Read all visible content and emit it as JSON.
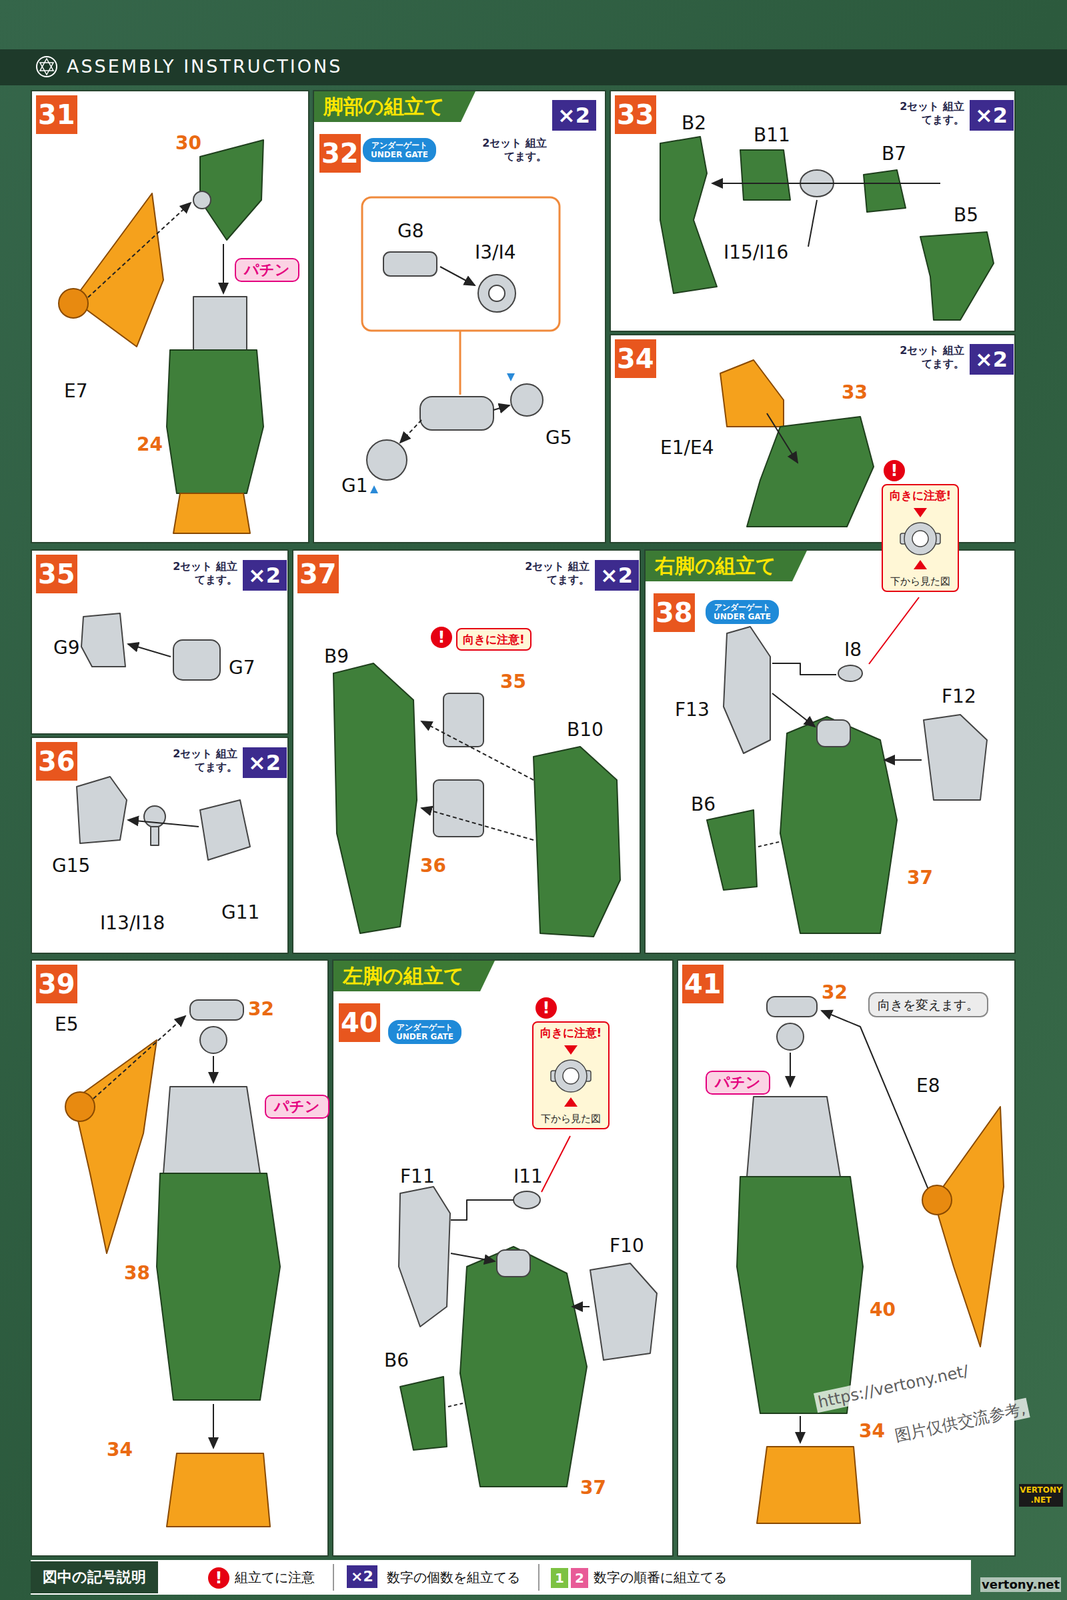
{
  "diagram": {
    "title": "ASSEMBLY INSTRUCTIONS",
    "nodes": [
      {
        "text": [
          "31"
        ]
      },
      {
        "text": [
          "パチン"
        ],
        "in": 0
      },
      {
        "text": [
          "32"
        ]
      },
      {
        "text": [
          "脚部の組立て"
        ],
        "in": 2
      },
      {
        "text": [
          "×2"
        ],
        "in": 2
      },
      {
        "text": [
          "アンダーゲート",
          "UNDER GATE"
        ],
        "in": 2
      },
      {
        "text": [
          "33"
        ]
      },
      {
        "text": [
          "×2"
        ],
        "in": 6
      },
      {
        "text": [
          "34"
        ]
      },
      {
        "text": [
          "×2"
        ],
        "in": 8
      },
      {
        "text": [
          "35"
        ]
      },
      {
        "text": [
          "×2"
        ],
        "in": 10
      },
      {
        "text": [
          "36"
        ]
      },
      {
        "text": [
          "×2"
        ],
        "in": 12
      },
      {
        "text": [
          "37"
        ]
      },
      {
        "text": [
          "×2"
        ],
        "in": 14
      },
      {
        "text": [
          "向きに注意!"
        ],
        "in": 14
      },
      {
        "text": [
          "38"
        ]
      },
      {
        "text": [
          "右脚の組立て"
        ],
        "in": 17
      },
      {
        "text": [
          "アンダーゲート",
          "UNDER GATE"
        ],
        "in": 17
      },
      {
        "text": [
          "向きに注意!",
          "下から見た図"
        ],
        "in": 17
      },
      {
        "text": [
          "39"
        ]
      },
      {
        "text": [
          "パチン"
        ],
        "in": 21
      },
      {
        "text": [
          "40"
        ]
      },
      {
        "text": [
          "左脚の組立て"
        ],
        "in": 23
      },
      {
        "text": [
          "アンダーゲート",
          "UNDER GATE"
        ],
        "in": 23
      },
      {
        "text": [
          "向きに注意!",
          "下から見た図"
        ],
        "in": 23
      },
      {
        "text": [
          "41"
        ]
      },
      {
        "text": [
          "向きを変えます。"
        ],
        "in": 27
      },
      {
        "text": [
          "パチン"
        ],
        "in": 27
      }
    ],
    "labels": [
      "E7",
      "30",
      "24",
      "2セット 組立てます。",
      "G8",
      "I3/I4",
      "G1",
      "G5",
      "B2",
      "B11",
      "B7",
      "B5",
      "I15/I16",
      "2セット 組立てます。",
      "2セット 組立てます。",
      "E1/E4",
      "33",
      "!",
      "2セット 組立てます。",
      "G9",
      "G7",
      "2セット 組立てます。",
      "G15",
      "I13/I18",
      "G11",
      "2セット 組立てます。",
      "B9",
      "!",
      "35",
      "B10",
      "36",
      "I8",
      "F13",
      "F12",
      "B6",
      "37",
      "E5",
      "32",
      "38",
      "34",
      "!",
      "F11",
      "I11",
      "F10",
      "B6",
      "37",
      "32",
      "E8",
      "40",
      "34",
      "https://vertony.net/",
      "图片仅供交流参考,",
      "VERTONY .NET",
      "vertony.net",
      "図中の記号説明",
      "!",
      "×2",
      "1",
      "2"
    ],
    "legend": [
      {
        "text": "組立てに注意"
      },
      {
        "text": "数字の個数を組立てる"
      },
      {
        "text": "数字の順番に組立てる"
      }
    ]
  }
}
